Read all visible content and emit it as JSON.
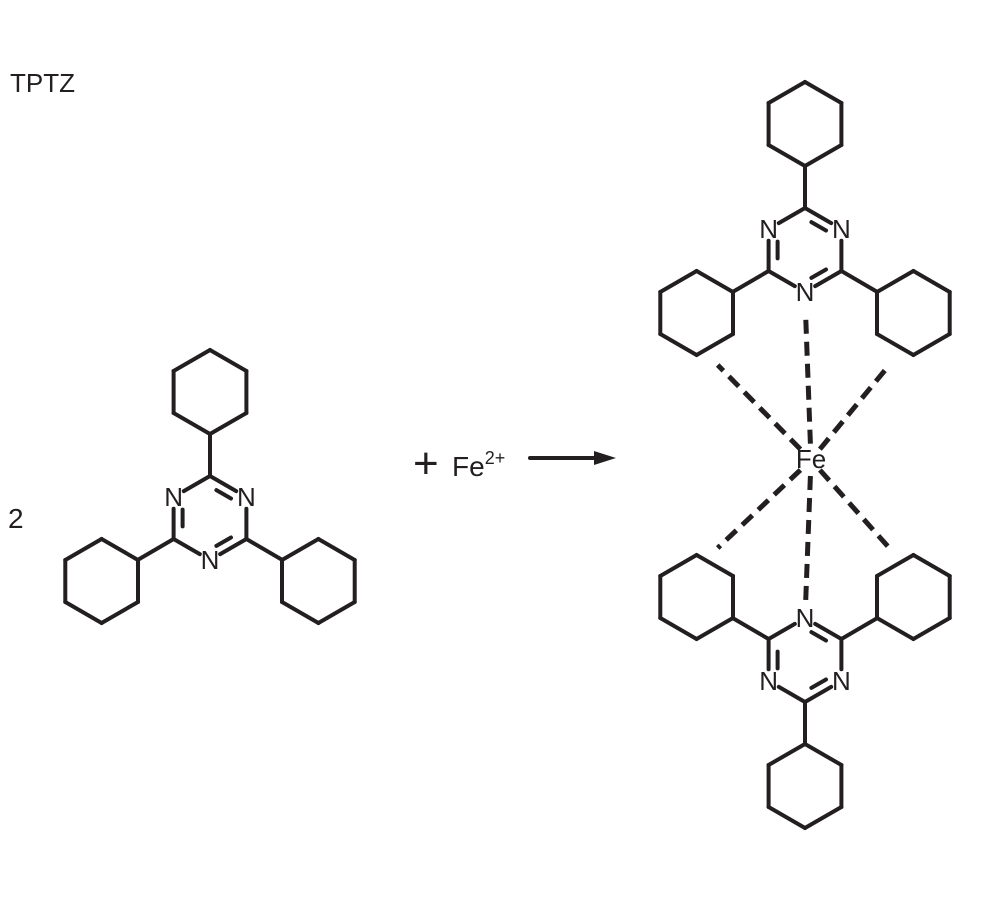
{
  "reagent": {
    "name": "TPTZ",
    "coefficient": "2"
  },
  "reaction": {
    "plus": "+",
    "metal_symbol": "Fe",
    "metal_charge": "2+"
  },
  "atoms": {
    "nitrogen": "N",
    "iron": "Fe"
  },
  "colors": {
    "ink": "#231f20",
    "background": "#ffffff"
  }
}
